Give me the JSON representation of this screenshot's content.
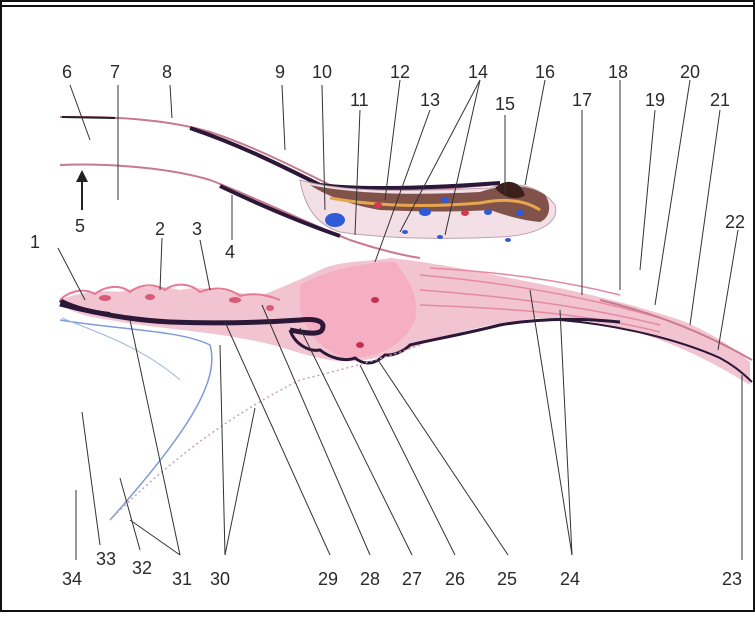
{
  "figure": {
    "colors": {
      "tissue_dark": "#2b1838",
      "tissue_pink": "#e7a0b3",
      "tissue_light_pink": "#f4c9d4",
      "stroma_red": "#c44a5e",
      "vessel_blue": "#2e5bd6",
      "membrane_blue": "#7f9bd6",
      "leader": "#333333",
      "border": "#111111"
    },
    "labels_top": {
      "l6": "6",
      "l7": "7",
      "l8": "8",
      "l9": "9",
      "l10": "10",
      "l11": "11",
      "l12": "12",
      "l13": "13",
      "l14": "14",
      "l15": "15",
      "l16": "16",
      "l17": "17",
      "l18": "18",
      "l19": "19",
      "l20": "20",
      "l21": "21",
      "l22": "22"
    },
    "labels_left": {
      "l1": "1",
      "l2": "2",
      "l3": "3",
      "l4": "4",
      "l5": "5"
    },
    "labels_bottom": {
      "l34": "34",
      "l33": "33",
      "l32": "32",
      "l31": "31",
      "l30": "30",
      "l29": "29",
      "l28": "28",
      "l27": "27",
      "l26": "26",
      "l25": "25",
      "l24": "24",
      "l23": "23"
    }
  }
}
